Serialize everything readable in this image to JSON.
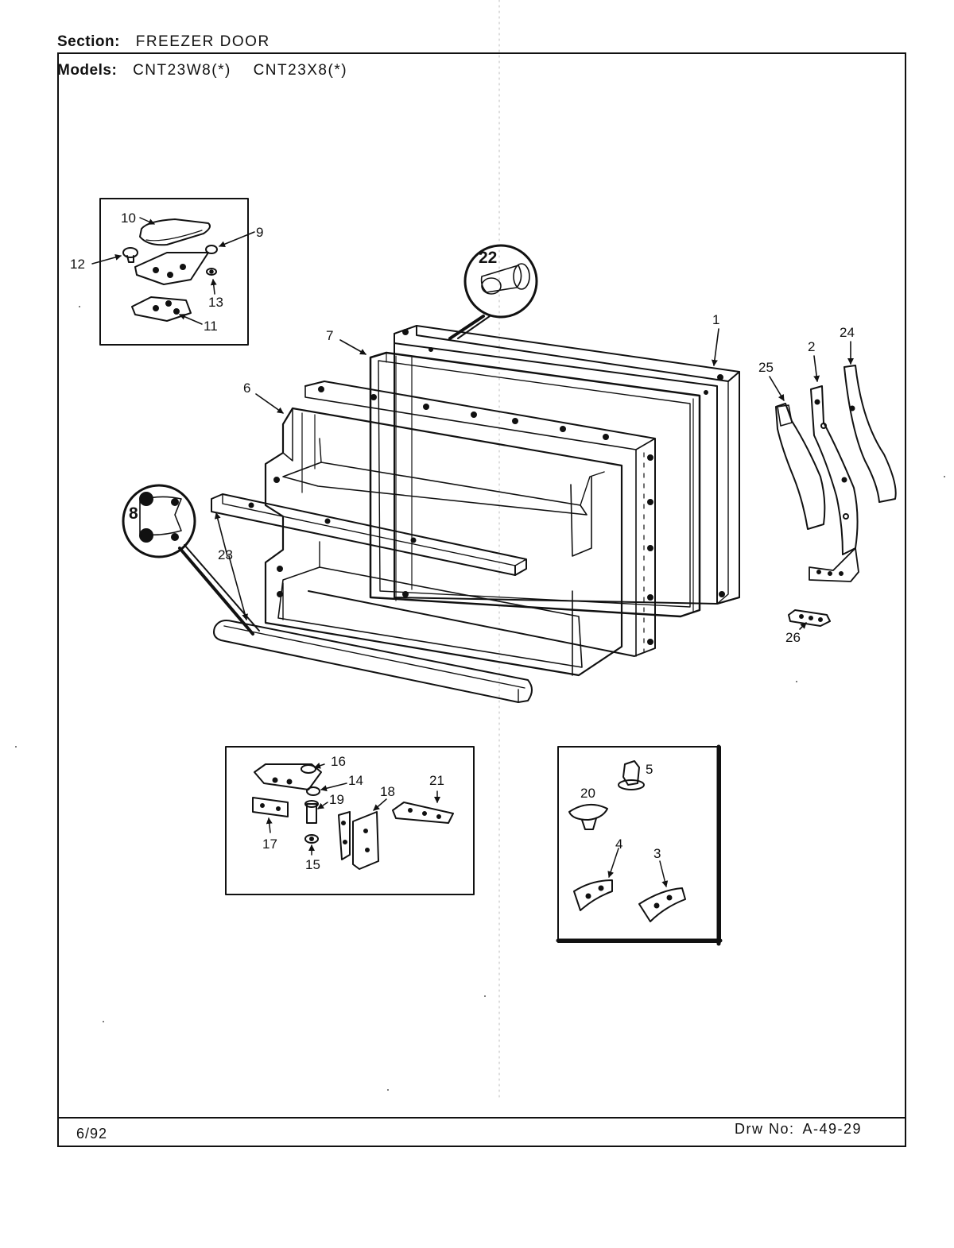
{
  "header": {
    "section_label": "Section:",
    "section_value": "FREEZER DOOR",
    "models_label": "Models:",
    "models": [
      "CNT23W8(*)",
      "CNT23X8(*)"
    ]
  },
  "footer": {
    "date_code": "6/92",
    "drawing_label": "Drw No:",
    "drawing_number": "A-49-29"
  },
  "callouts": {
    "c1": "1",
    "c2": "2",
    "c3": "3",
    "c4": "4",
    "c5": "5",
    "c6": "6",
    "c7": "7",
    "c8": "8",
    "c9": "9",
    "c10": "10",
    "c11": "11",
    "c12": "12",
    "c13": "13",
    "c14": "14",
    "c15": "15",
    "c16": "16",
    "c17": "17",
    "c18": "18",
    "c19": "19",
    "c20": "20",
    "c21": "21",
    "c22": "22",
    "c23": "23",
    "c24": "24",
    "c25": "25",
    "c26": "26"
  }
}
